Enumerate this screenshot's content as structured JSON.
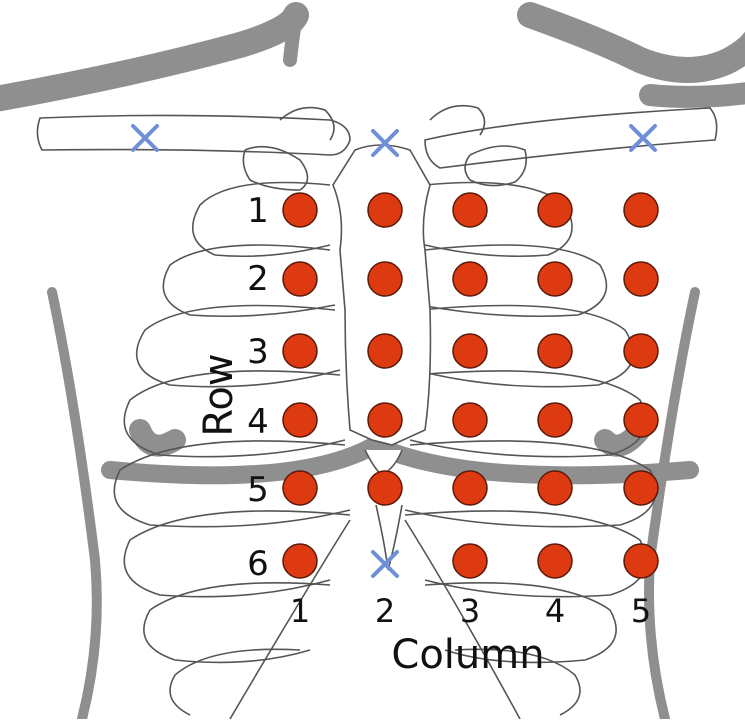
{
  "diagram": {
    "row_axis_label": "Row",
    "column_axis_label": "Column",
    "row_labels": [
      "1",
      "2",
      "3",
      "4",
      "5",
      "6"
    ],
    "column_labels": [
      "1",
      "2",
      "3",
      "4",
      "5"
    ],
    "grid": [
      [
        true,
        true,
        true,
        true,
        true
      ],
      [
        true,
        true,
        true,
        true,
        true
      ],
      [
        true,
        true,
        true,
        true,
        true
      ],
      [
        true,
        true,
        true,
        true,
        true
      ],
      [
        true,
        true,
        true,
        true,
        true
      ],
      [
        true,
        false,
        true,
        true,
        true
      ]
    ],
    "landmarks": [
      "left-clavicle-marker",
      "sternal-notch-marker",
      "right-clavicle-marker",
      "xiphoid-marker"
    ],
    "colors": {
      "electrode_fill": "#dd3a12",
      "electrode_stroke": "#5a1a08",
      "marker": "#6f8fd8",
      "body_outline": "#8f8f8f",
      "rib_outline": "#555555",
      "bone_fill": "#ffffff"
    }
  }
}
